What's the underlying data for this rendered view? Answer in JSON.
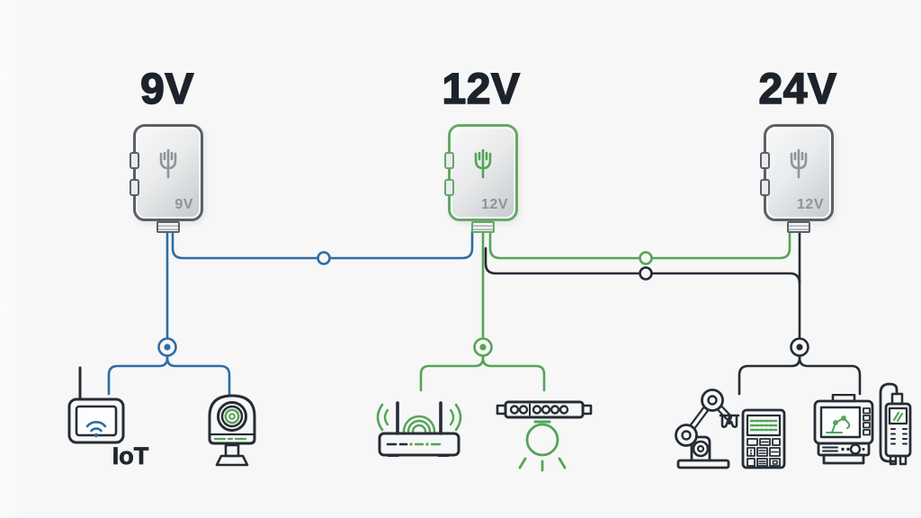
{
  "colors": {
    "background": "#f6f7f6",
    "blue": "#2e6da4",
    "green": "#55a457",
    "dark": "#252c36",
    "label_gray": "#8d939a",
    "title_dark": "#1d232b",
    "adapter_gray_border": "#5a6068",
    "adapter_green_border": "#68a768"
  },
  "channels": [
    {
      "voltage_title": "9V",
      "adapter_label": "9V",
      "wire_color": "blue",
      "devices": [
        {
          "icon": "iot-gateway-icon",
          "label": "IoT"
        },
        {
          "icon": "security-camera-icon"
        }
      ]
    },
    {
      "voltage_title": "12V",
      "adapter_label": "12V",
      "wire_color": "green",
      "devices": [
        {
          "icon": "wifi-router-icon"
        },
        {
          "icon": "led-light-icon"
        }
      ]
    },
    {
      "voltage_title": "24V",
      "adapter_label": "12V",
      "wire_color": "dark",
      "devices": [
        {
          "icon": "robot-arm-icon"
        },
        {
          "icon": "control-panel-icon"
        },
        {
          "icon": "industrial-monitor-icon"
        },
        {
          "icon": "handheld-tester-icon"
        }
      ]
    }
  ]
}
